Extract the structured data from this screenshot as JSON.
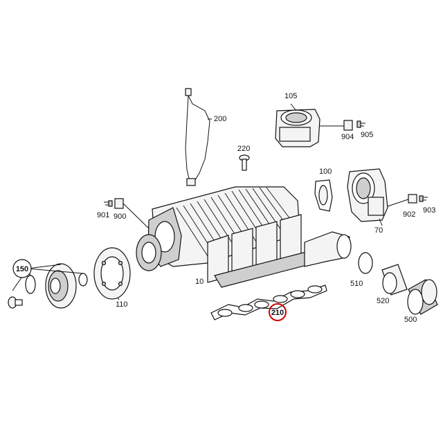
{
  "diagram": {
    "highlight_color": "#cc0000",
    "highlighted_part": "210",
    "callouts": {
      "c105": "105",
      "c200": "200",
      "c220": "220",
      "c100": "100",
      "c904": "904",
      "c905": "905",
      "c901": "901",
      "c900": "900",
      "c902": "902",
      "c903": "903",
      "c70": "70",
      "c150": "150",
      "c10": "10",
      "c110": "110",
      "c510": "510",
      "c520": "520",
      "c500": "500",
      "c210": "210"
    }
  }
}
